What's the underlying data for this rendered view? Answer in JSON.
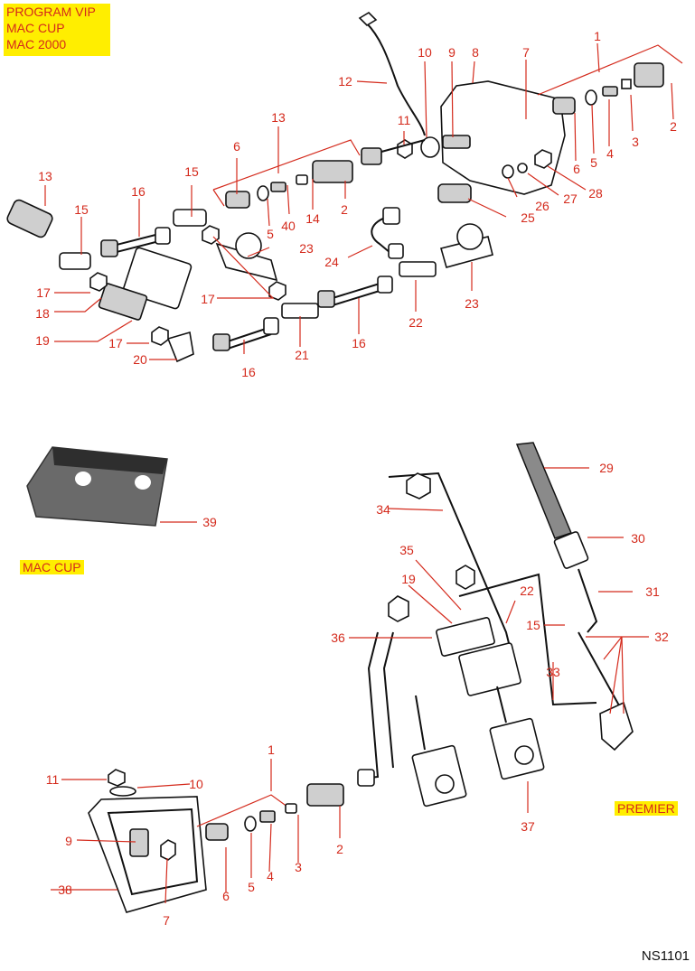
{
  "title_badge": {
    "lines": [
      "PROGRAM VIP",
      "MAC CUP",
      "MAC 2000"
    ]
  },
  "badges": {
    "mac_cup": "MAC CUP",
    "premier": "PREMIER"
  },
  "drawing_code": "NS1101",
  "colors": {
    "label": "#d42a1c",
    "highlight": "#ffee00",
    "line_art": "#111111"
  },
  "callouts": [
    {
      "id": "top-1",
      "text": "1"
    },
    {
      "id": "top-2a",
      "text": "2"
    },
    {
      "id": "top-3",
      "text": "3"
    },
    {
      "id": "top-4",
      "text": "4"
    },
    {
      "id": "top-5a",
      "text": "5"
    },
    {
      "id": "top-6a",
      "text": "6"
    },
    {
      "id": "top-7",
      "text": "7"
    },
    {
      "id": "top-8",
      "text": "8"
    },
    {
      "id": "top-9",
      "text": "9"
    },
    {
      "id": "top-10",
      "text": "10"
    },
    {
      "id": "top-11",
      "text": "11"
    },
    {
      "id": "top-12",
      "text": "12"
    },
    {
      "id": "top-13a",
      "text": "13"
    },
    {
      "id": "top-13b",
      "text": "13"
    },
    {
      "id": "top-6b",
      "text": "6"
    },
    {
      "id": "top-5b",
      "text": "5"
    },
    {
      "id": "top-40",
      "text": "40"
    },
    {
      "id": "top-14",
      "text": "14"
    },
    {
      "id": "top-2b",
      "text": "2"
    },
    {
      "id": "top-15a",
      "text": "15"
    },
    {
      "id": "top-15b",
      "text": "15"
    },
    {
      "id": "top-16a",
      "text": "16"
    },
    {
      "id": "top-16b",
      "text": "16"
    },
    {
      "id": "top-16c",
      "text": "16"
    },
    {
      "id": "top-17a",
      "text": "17"
    },
    {
      "id": "top-17b",
      "text": "17"
    },
    {
      "id": "top-17c",
      "text": "17"
    },
    {
      "id": "top-18",
      "text": "18"
    },
    {
      "id": "top-19",
      "text": "19"
    },
    {
      "id": "top-20",
      "text": "20"
    },
    {
      "id": "top-21",
      "text": "21"
    },
    {
      "id": "top-22",
      "text": "22"
    },
    {
      "id": "top-23a",
      "text": "23"
    },
    {
      "id": "top-23b",
      "text": "23"
    },
    {
      "id": "top-24",
      "text": "24"
    },
    {
      "id": "top-25",
      "text": "25"
    },
    {
      "id": "top-26",
      "text": "26"
    },
    {
      "id": "top-27",
      "text": "27"
    },
    {
      "id": "top-28",
      "text": "28"
    },
    {
      "id": "cup-39",
      "text": "39"
    },
    {
      "id": "pr-29",
      "text": "29"
    },
    {
      "id": "pr-30",
      "text": "30"
    },
    {
      "id": "pr-31",
      "text": "31"
    },
    {
      "id": "pr-32",
      "text": "32"
    },
    {
      "id": "pr-33",
      "text": "33"
    },
    {
      "id": "pr-34",
      "text": "34"
    },
    {
      "id": "pr-35",
      "text": "35"
    },
    {
      "id": "pr-19",
      "text": "19"
    },
    {
      "id": "pr-22",
      "text": "22"
    },
    {
      "id": "pr-15",
      "text": "15"
    },
    {
      "id": "pr-36",
      "text": "36"
    },
    {
      "id": "pr-37",
      "text": "37"
    },
    {
      "id": "bt-1",
      "text": "1"
    },
    {
      "id": "bt-2",
      "text": "2"
    },
    {
      "id": "bt-3",
      "text": "3"
    },
    {
      "id": "bt-4",
      "text": "4"
    },
    {
      "id": "bt-5",
      "text": "5"
    },
    {
      "id": "bt-6",
      "text": "6"
    },
    {
      "id": "bt-7",
      "text": "7"
    },
    {
      "id": "bt-9",
      "text": "9"
    },
    {
      "id": "bt-10",
      "text": "10"
    },
    {
      "id": "bt-11",
      "text": "11"
    },
    {
      "id": "bt-38",
      "text": "38"
    }
  ]
}
